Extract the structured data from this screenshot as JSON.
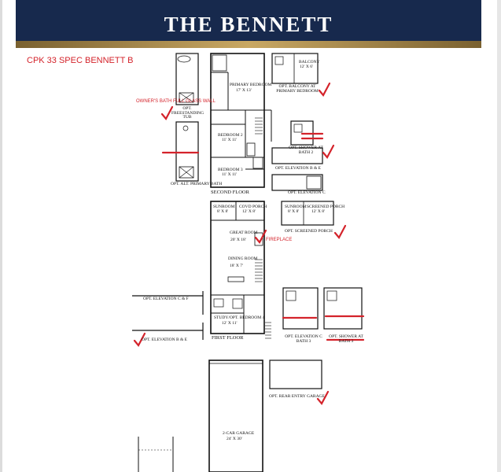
{
  "header": {
    "title": "THE BENNETT"
  },
  "spec_label": "CPK 33 SPEC BENNETT B",
  "notes": {
    "owners_bath": "OWNER'S BATH FULL GLASS WALL",
    "fireplace": "FIREPLACE"
  },
  "floors": {
    "second": "SECOND FLOOR",
    "first": "FIRST FLOOR"
  },
  "rooms": {
    "primary_bedroom": "PRIMARY BEDROOM",
    "primary_bedroom_dim": "17' x 13'",
    "bedroom2": "BEDROOM 2",
    "bedroom2_dim": "11' x 11'",
    "bedroom3": "BEDROOM 3",
    "bedroom3_dim": "11' x 11'",
    "balcony": "BALCONY",
    "balcony_dim": "12' x 6'",
    "sunroom": "SUNROOM",
    "sunroom_dim": "8' x 8'",
    "covered_porch": "COVD PORCH",
    "covered_porch_dim": "12' x 8'",
    "screened_porch": "SCREENED PORCH",
    "screened_porch_dim": "12' x 8'",
    "great_room": "GREAT ROOM",
    "great_room_dim": "20' x 18'",
    "dining_room": "DINING ROOM",
    "dining_room_dim": "18' x 7'",
    "study": "STUDY/OPT. BEDROOM 4",
    "study_dim": "12' x 11'",
    "garage": "2-CAR GARAGE",
    "garage_dim": "24' x 30'"
  },
  "options": {
    "freestanding_tub": "OPT. FREESTANDING TUB",
    "primary_bath": "OPT. ALT. PRIMARY BATH",
    "balcony": "OPT. BALCONY AT PRIMARY BEDROOM",
    "bath2": "OPT. SHOWER AT BATH 2",
    "elevation_upper": "OPT. ELEVATION B & E",
    "elevation_upper2": "OPT. ELEVATION C",
    "screened_porch": "OPT. SCREENED PORCH",
    "elevation_left": "OPT. ELEVATION C & F",
    "elevation_left2": "OPT. ELEVATION B & E",
    "bath3": "OPT. ELEVATION C BATH 3",
    "shower_bath3": "OPT. SHOWER AT BATH 3",
    "rear_garage": "OPT. REAR ENTRY GARAGE"
  },
  "colors": {
    "navy": "#17294d",
    "gold": "#c9a863",
    "red": "#d4232b"
  }
}
